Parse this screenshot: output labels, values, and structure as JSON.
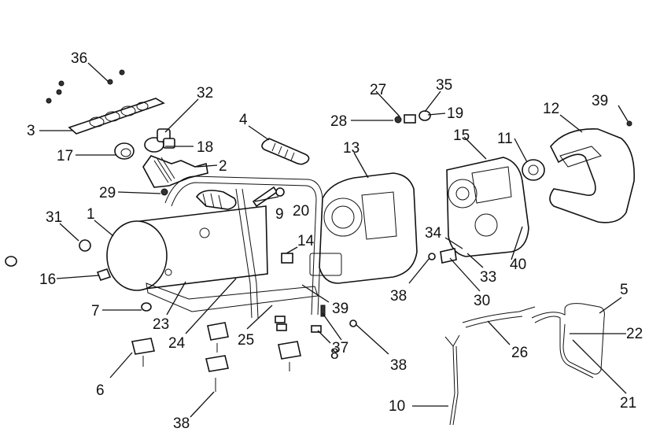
{
  "diagram": {
    "callouts": [
      "36",
      "32",
      "3",
      "17",
      "18",
      "2",
      "29",
      "1",
      "31",
      "16",
      "7",
      "23",
      "24",
      "4",
      "9",
      "20",
      "14",
      "25",
      "39",
      "37",
      "8",
      "38",
      "13",
      "27",
      "35",
      "28",
      "19",
      "15",
      "11",
      "12",
      "39",
      "34",
      "30",
      "33",
      "40",
      "38",
      "26",
      "5",
      "22",
      "21",
      "10",
      "6",
      "38"
    ]
  }
}
